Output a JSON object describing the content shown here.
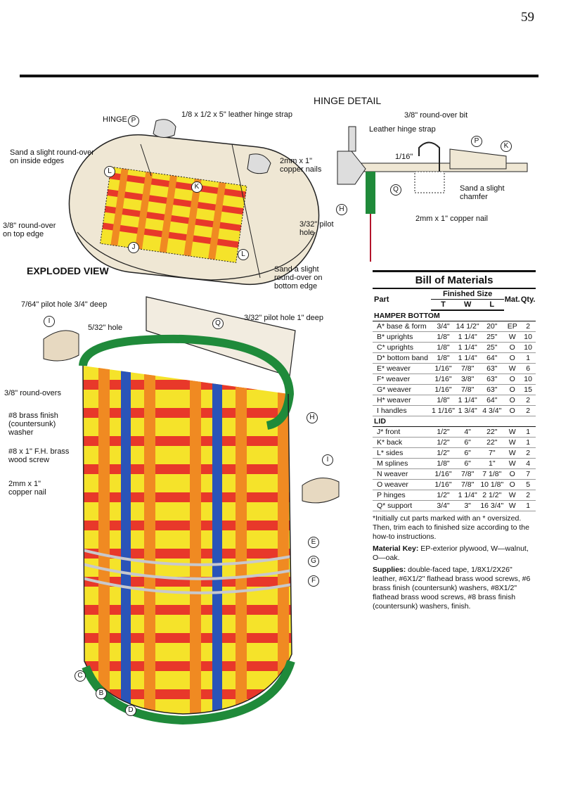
{
  "page_number": "59",
  "hinge_detail": {
    "title": "HINGE DETAIL",
    "roundover_bit": "3/8\" round-over bit",
    "leather_strap": "Leather hinge strap",
    "gap": "1/16\"",
    "chamfer": "Sand a slight chamfer",
    "nail": "2mm x 1\" copper nail"
  },
  "lid_labels": {
    "hinge": "HINGE",
    "strap": "1/8 x 1/2 x 5\" leather hinge strap",
    "sand_inside": "Sand a slight round-over on inside edges",
    "nails": "2mm x 1\" copper nails",
    "roundover_top": "3/8\" round-over on top edge",
    "pilot_hole": "3/32\" pilot hole",
    "sand_bottom": "Sand a slight round-over on bottom edge",
    "exploded_view": "EXPLODED VIEW"
  },
  "hamper_labels": {
    "pilot_34": "7/64\" pilot hole 3/4\" deep",
    "hole_532": "5/32\" hole",
    "pilot_1": "3/32\" pilot hole 1\" deep",
    "roundovers": "3/8\" round-overs",
    "washer": "#8 brass finish (countersunk) washer",
    "screw": "#8 x 1\" F.H. brass wood screw",
    "copper_nail": "2mm x 1\" copper nail"
  },
  "callouts": [
    "P",
    "K",
    "L",
    "J",
    "L",
    "H",
    "P",
    "K",
    "Q",
    "I",
    "Q",
    "H",
    "I",
    "E",
    "G",
    "F",
    "C",
    "B",
    "D"
  ],
  "bom": {
    "title": "Bill of Materials",
    "head": {
      "part": "Part",
      "finished": "Finished Size",
      "mat": "Mat.",
      "qty": "Qty.",
      "t": "T",
      "w": "W",
      "l": "L"
    },
    "sections": [
      {
        "name": "HAMPER BOTTOM",
        "rows": [
          {
            "part": "A* base & form",
            "t": "3/4\"",
            "w": "14 1/2\"",
            "l": "20\"",
            "mat": "EP",
            "qty": "2"
          },
          {
            "part": "B* uprights",
            "t": "1/8\"",
            "w": "1 1/4\"",
            "l": "25\"",
            "mat": "W",
            "qty": "10"
          },
          {
            "part": "C* uprights",
            "t": "1/8\"",
            "w": "1 1/4\"",
            "l": "25\"",
            "mat": "O",
            "qty": "10"
          },
          {
            "part": "D* bottom band",
            "t": "1/8\"",
            "w": "1 1/4\"",
            "l": "64\"",
            "mat": "O",
            "qty": "1"
          },
          {
            "part": "E* weaver",
            "t": "1/16\"",
            "w": "7/8\"",
            "l": "63\"",
            "mat": "W",
            "qty": "6"
          },
          {
            "part": "F* weaver",
            "t": "1/16\"",
            "w": "3/8\"",
            "l": "63\"",
            "mat": "O",
            "qty": "10"
          },
          {
            "part": "G* weaver",
            "t": "1/16\"",
            "w": "7/8\"",
            "l": "63\"",
            "mat": "O",
            "qty": "15"
          },
          {
            "part": "H* weaver",
            "t": "1/8\"",
            "w": "1 1/4\"",
            "l": "64\"",
            "mat": "O",
            "qty": "2"
          },
          {
            "part": "I handles",
            "t": "1 1/16\"",
            "w": "1 3/4\"",
            "l": "4 3/4\"",
            "mat": "O",
            "qty": "2"
          }
        ]
      },
      {
        "name": "LID",
        "rows": [
          {
            "part": "J* front",
            "t": "1/2\"",
            "w": "4\"",
            "l": "22\"",
            "mat": "W",
            "qty": "1"
          },
          {
            "part": "K* back",
            "t": "1/2\"",
            "w": "6\"",
            "l": "22\"",
            "mat": "W",
            "qty": "1"
          },
          {
            "part": "L* sides",
            "t": "1/2\"",
            "w": "6\"",
            "l": "7\"",
            "mat": "W",
            "qty": "2"
          },
          {
            "part": "M splines",
            "t": "1/8\"",
            "w": "6\"",
            "l": "1\"",
            "mat": "W",
            "qty": "4"
          },
          {
            "part": "N weaver",
            "t": "1/16\"",
            "w": "7/8\"",
            "l": "7 1/8\"",
            "mat": "O",
            "qty": "7"
          },
          {
            "part": "O weaver",
            "t": "1/16\"",
            "w": "7/8\"",
            "l": "10 1/8\"",
            "mat": "O",
            "qty": "5"
          },
          {
            "part": "P hinges",
            "t": "1/2\"",
            "w": "1 1/4\"",
            "l": "2 1/2\"",
            "mat": "W",
            "qty": "2"
          },
          {
            "part": "Q* support",
            "t": "3/4\"",
            "w": "3\"",
            "l": "16 3/4\"",
            "mat": "W",
            "qty": "1"
          }
        ]
      }
    ],
    "footnote": "*Initially cut parts marked with an * oversized. Then, trim each to finished size according to the how-to instructions.",
    "material_key_label": "Material Key:",
    "material_key": " EP-exterior plywood, W—walnut, O—oak.",
    "supplies_label": "Supplies:",
    "supplies": " double-faced tape, 1/8X1/2X26\" leather, #6X1/2\" flathead brass wood screws, #6 brass finish (countersunk) washers, #8X1/2\" flathead brass wood screws, #8 brass finish (countersunk) washers, finish."
  }
}
